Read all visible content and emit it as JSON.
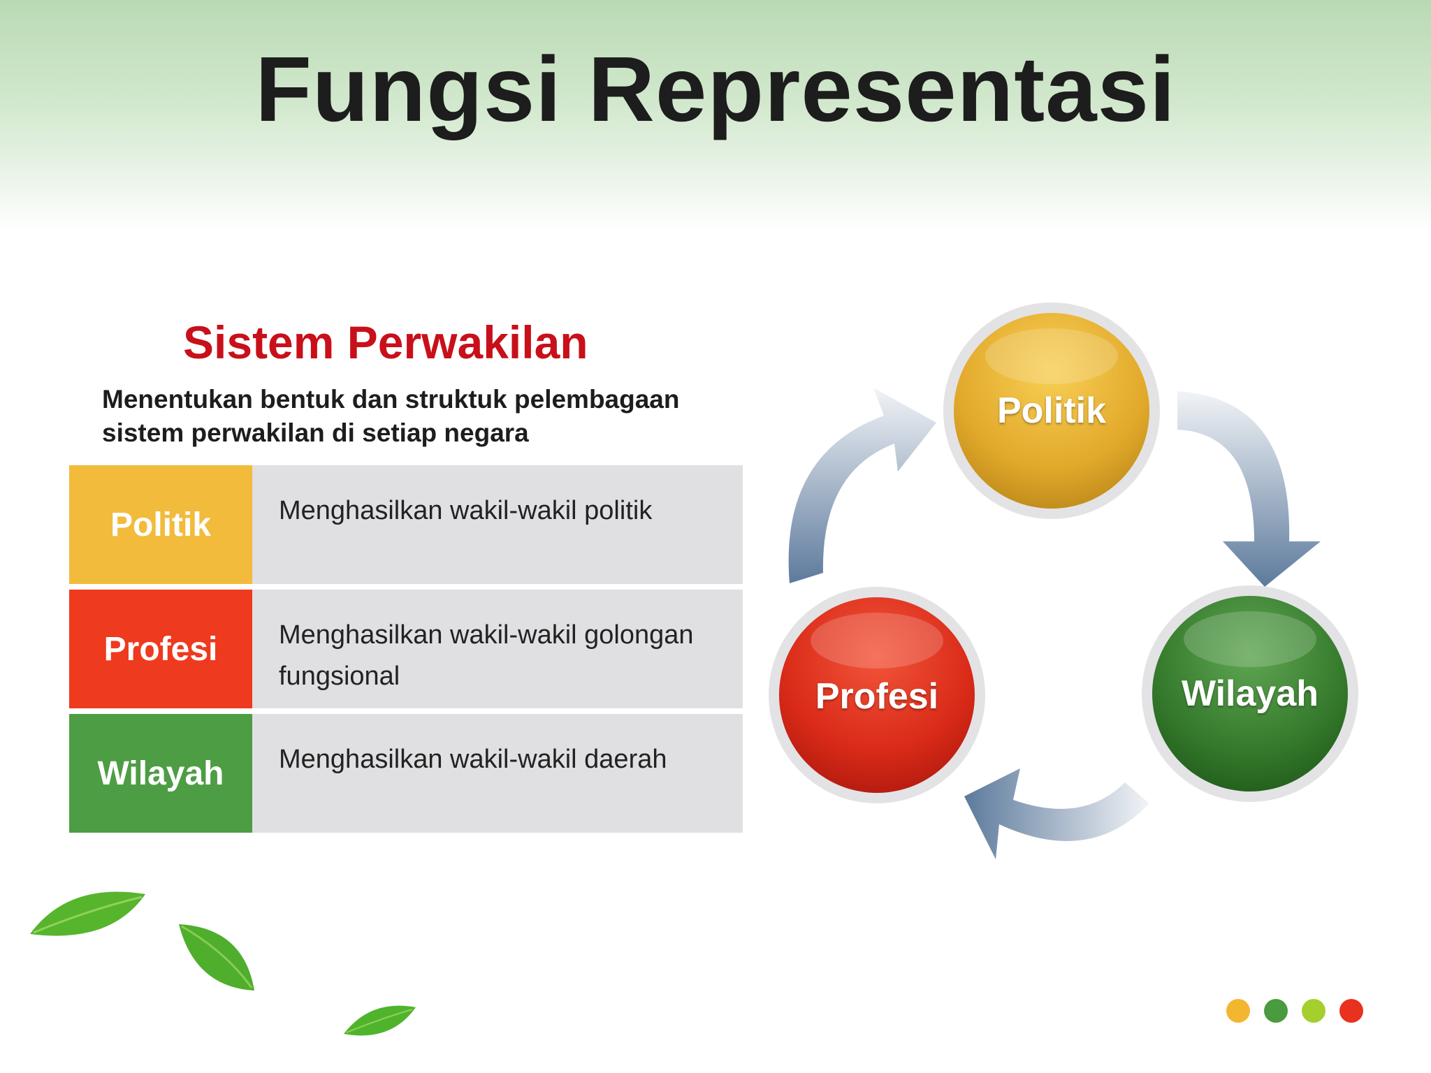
{
  "header": {
    "title": "Fungsi Representasi"
  },
  "section": {
    "title": "Sistem Perwakilan",
    "description": "Menentukan bentuk dan struktuk pelembagaan sistem perwakilan di setiap negara"
  },
  "table": {
    "rows": [
      {
        "label": "Politik",
        "description": "Menghasilkan wakil-wakil politik",
        "color": "#f2bb3b"
      },
      {
        "label": "Profesi",
        "description": "Menghasilkan wakil-wakil golongan fungsional",
        "color": "#ee3a1e"
      },
      {
        "label": "Wilayah",
        "description": "Menghasilkan wakil-wakil daerah",
        "color": "#4d9d44"
      }
    ]
  },
  "cycle": {
    "nodes": [
      {
        "label": "Politik",
        "color": "#e8b232"
      },
      {
        "label": "Wilayah",
        "color": "#3f8a35"
      },
      {
        "label": "Profesi",
        "color": "#e0321e"
      }
    ]
  },
  "decor": {
    "leaf_icon": "leaf-icon",
    "dot_colors": [
      "#f2b630",
      "#4a9a40",
      "#a5cf2c",
      "#e8311e"
    ]
  }
}
